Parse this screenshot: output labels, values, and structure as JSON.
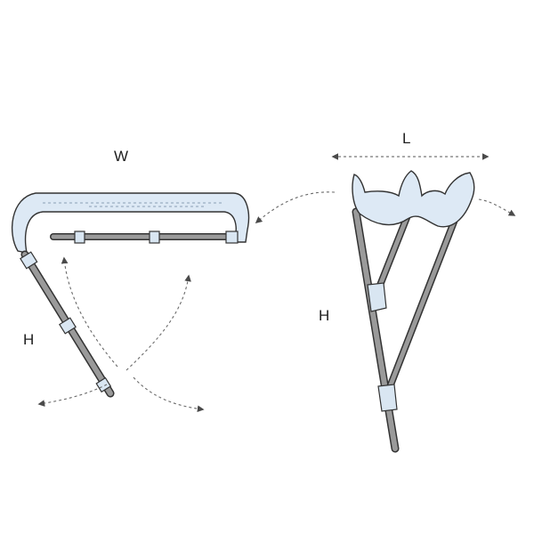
{
  "labels": {
    "width": "W",
    "length": "L",
    "height_left": "H",
    "height_right": "H"
  },
  "colors": {
    "canvas_fill": "#dde9f5",
    "outline": "#333333",
    "tube": "#9a9a9a",
    "connector": "#d9e6f2",
    "arrow": "#6a6a6a"
  }
}
